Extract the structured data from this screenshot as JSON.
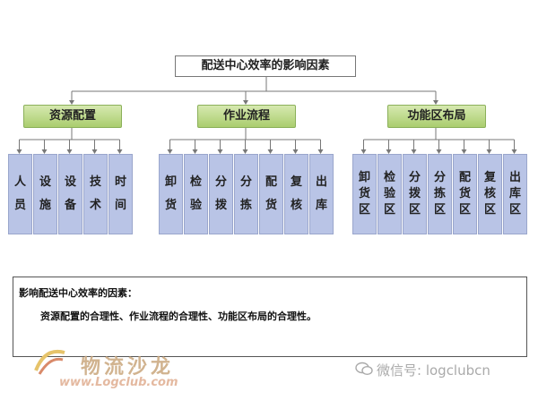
{
  "diagram": {
    "root": "配送中心效率的影响因素",
    "categories": [
      {
        "label": "资源配置",
        "items": [
          [
            "人",
            "员"
          ],
          [
            "设",
            "施"
          ],
          [
            "设",
            "备"
          ],
          [
            "技",
            "术"
          ],
          [
            "时",
            "间"
          ]
        ]
      },
      {
        "label": "作业流程",
        "items": [
          [
            "卸",
            "货"
          ],
          [
            "检",
            "验"
          ],
          [
            "分",
            "拨"
          ],
          [
            "分",
            "拣"
          ],
          [
            "配",
            "货"
          ],
          [
            "复",
            "核"
          ],
          [
            "出",
            "库"
          ]
        ]
      },
      {
        "label": "功能区布局",
        "items": [
          [
            "卸",
            "货",
            "区"
          ],
          [
            "检",
            "验",
            "区"
          ],
          [
            "分",
            "拨",
            "区"
          ],
          [
            "分",
            "拣",
            "区"
          ],
          [
            "配",
            "货",
            "区"
          ],
          [
            "复",
            "核",
            "区"
          ],
          [
            "出",
            "库",
            "区"
          ]
        ]
      }
    ]
  },
  "note": {
    "title": "影响配送中心效率的因素：",
    "body": "资源配置的合理性、作业流程的合理性、功能区布局的合理性。"
  },
  "watermark": {
    "name": "物流沙龙",
    "url": "www.Logclub.com",
    "wechat": "微信号: logclubcn"
  },
  "colors": {
    "category": "#aacd6e",
    "leaf": "#b9c4e6",
    "line": "#777777"
  }
}
